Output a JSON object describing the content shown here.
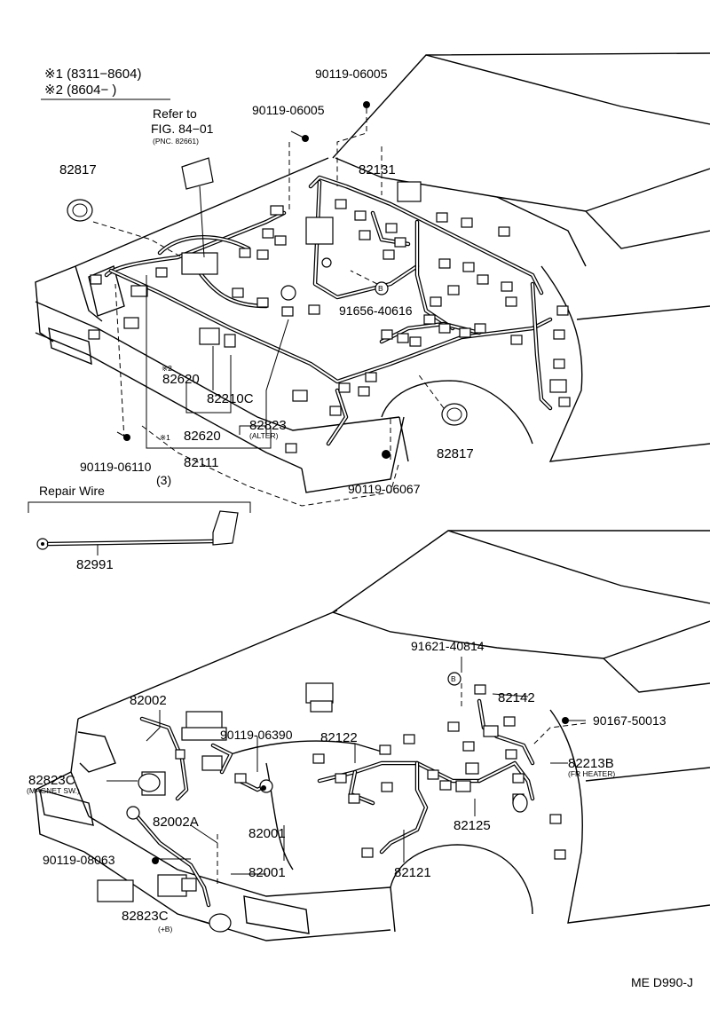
{
  "notes": {
    "note1": "※1 (8311−8604)",
    "note2": "※2 (8604−        )"
  },
  "refer": {
    "line1": "Refer to",
    "line2": "FIG. 84−01",
    "line3": "(PNC. 82661)"
  },
  "top_labels": {
    "p90119_06005_a": "90119-06005",
    "p90119_06005_b": "90119-06005",
    "p82817_a": "82817",
    "p82131": "82131",
    "p91656_40616": "91656-40616",
    "p82620_a": "82620",
    "p82620_a_mark": "※2",
    "p82210c": "82210C",
    "p82823": "82823",
    "p82823_note": "(ALTER)",
    "p82620_b": "82620",
    "p82620_b_mark": "※1",
    "p82111": "82111",
    "p82817_b": "82817",
    "p90119_06110": "90119-06110",
    "p90119_06110_qty": "(3)",
    "p90119_06067": "90119-06067",
    "circle_b": "B"
  },
  "repair": {
    "title": "Repair Wire",
    "part": "82991"
  },
  "bottom_labels": {
    "p91621_40814": "91621-40814",
    "circle_b": "B",
    "p82142": "82142",
    "p82002": "82002",
    "p90167_50013": "90167-50013",
    "p90119_06390": "90119-06390",
    "p82122": "82122",
    "p82213b": "82213B",
    "p82213b_note": "(FR HEATER)",
    "p82823c_a": "82823C",
    "p82823c_a_note": "(MAGNET SW.)",
    "p82002a": "82002A",
    "p82001_a": "82001",
    "p82125": "82125",
    "p90119_08063": "90119-08063",
    "p82001_b": "82001",
    "p82121": "82121",
    "p82823c_b": "82823C",
    "p82823c_b_note": "(+B)"
  },
  "footer": {
    "code": "ME D990-J"
  }
}
